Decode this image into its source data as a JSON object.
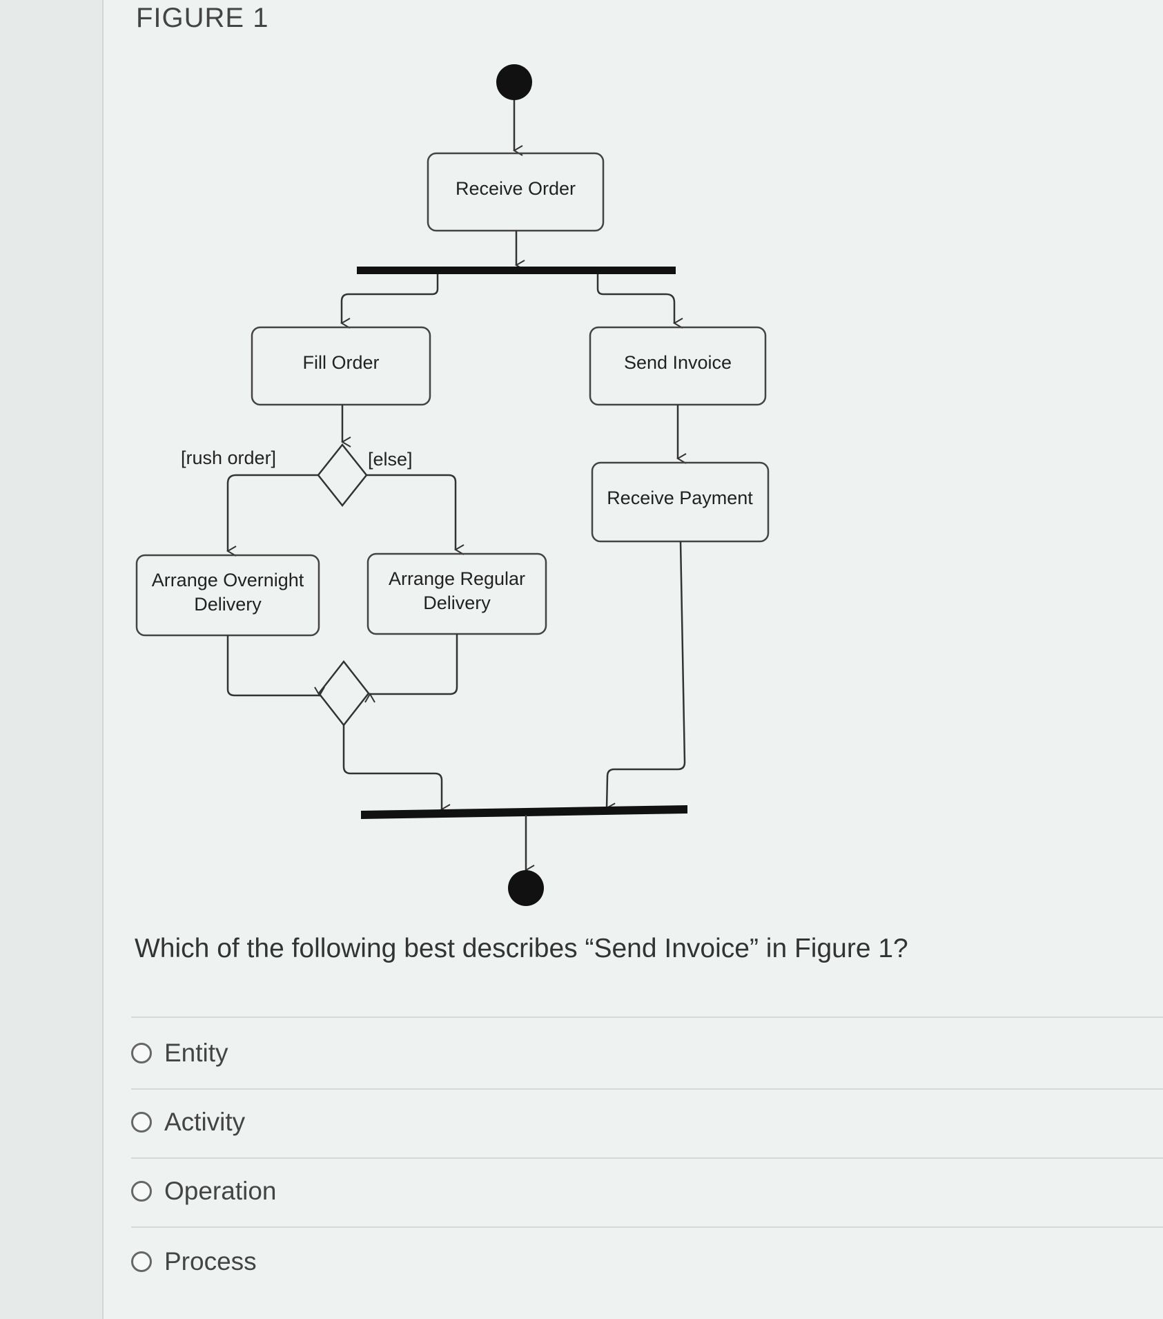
{
  "figure": {
    "title": "FIGURE 1",
    "nodes": {
      "receive_order": "Receive Order",
      "fill_order": "Fill Order",
      "send_invoice": "Send Invoice",
      "receive_payment": "Receive Payment",
      "arrange_overnight": [
        "Arrange Overnight",
        "Delivery"
      ],
      "arrange_regular": [
        "Arrange Regular",
        "Delivery"
      ]
    },
    "guards": {
      "rush": "[rush order]",
      "else": "[else]"
    }
  },
  "question": {
    "text": "Which of the following best describes “Send Invoice” in Figure 1?",
    "options": [
      "Entity",
      "Activity",
      "Operation",
      "Process"
    ]
  }
}
